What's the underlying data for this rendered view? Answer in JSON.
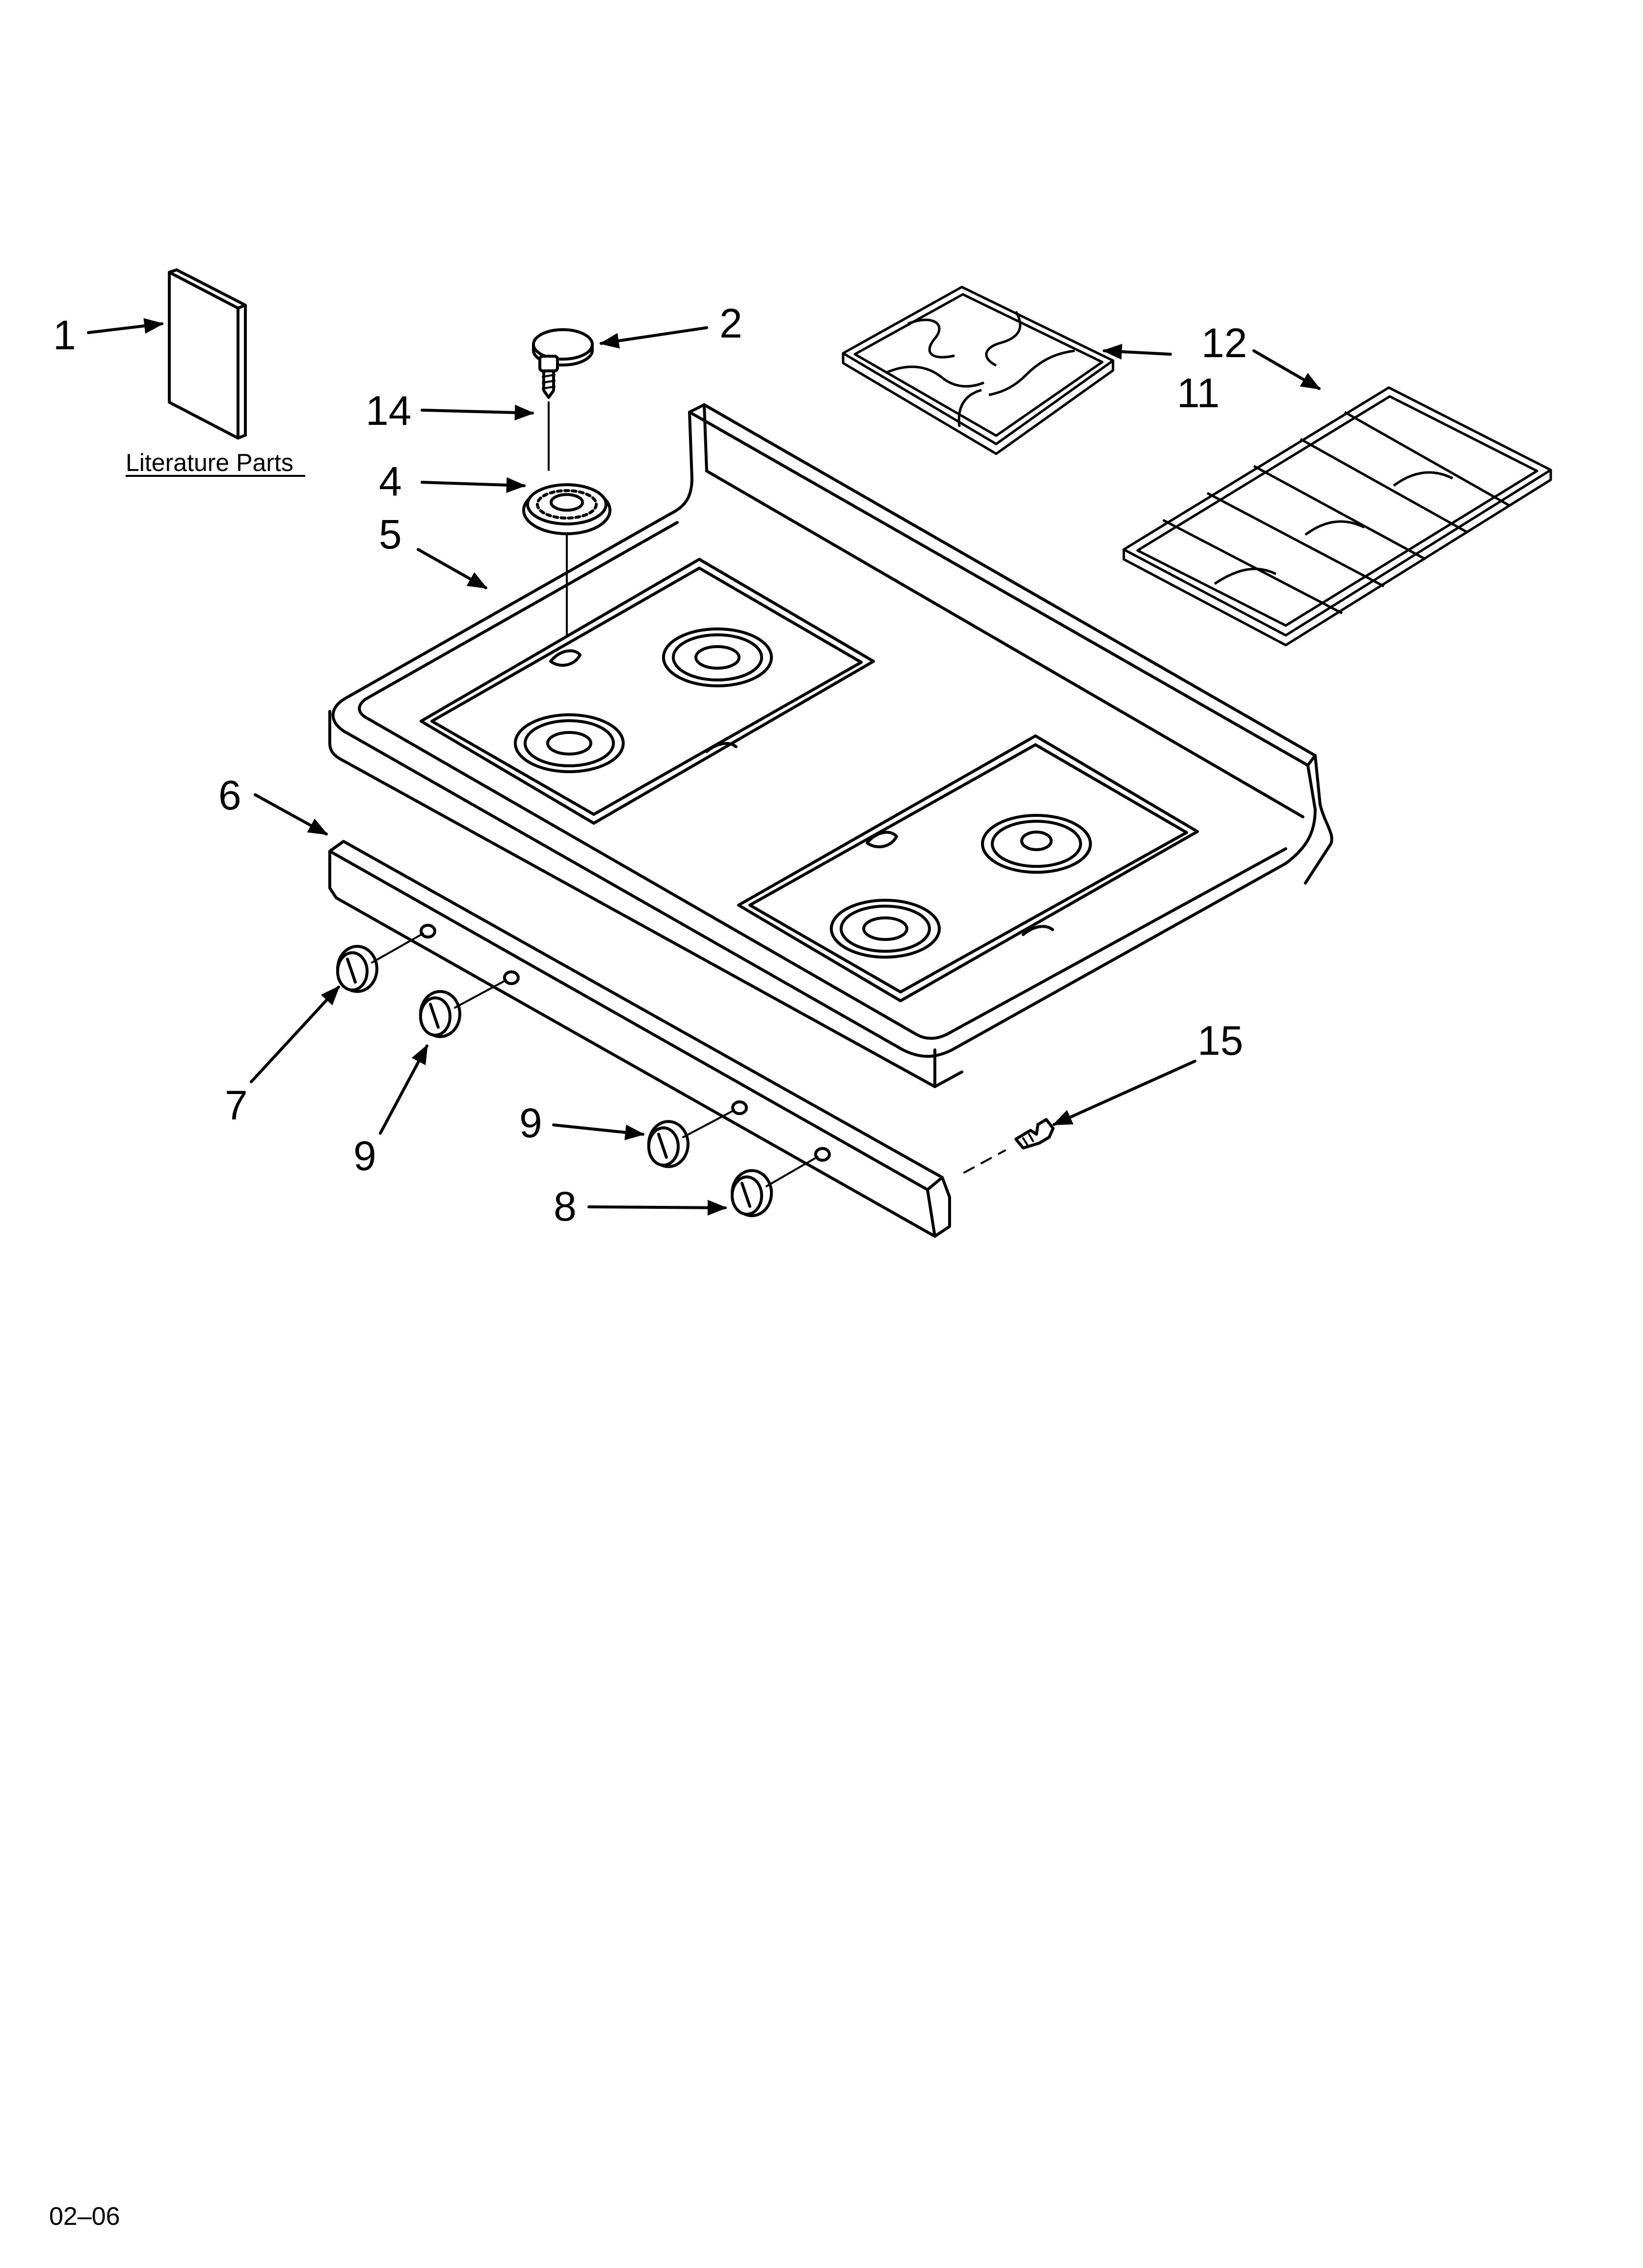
{
  "callouts": {
    "c1": "1",
    "c2": "2",
    "c4": "4",
    "c5": "5",
    "c6": "6",
    "c7": "7",
    "c8": "8",
    "c9a": "9",
    "c9b": "9",
    "c11": "11",
    "c12": "12",
    "c14": "14",
    "c15": "15"
  },
  "literature_caption": "Literature Parts",
  "footer_code": "02–06"
}
